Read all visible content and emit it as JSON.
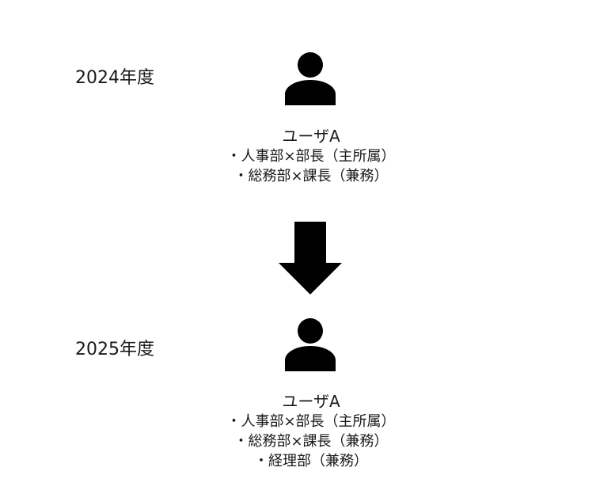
{
  "diagram": {
    "before": {
      "year": "2024年度",
      "user_name": "ユーザA",
      "roles": [
        "・人事部×部長（主所属）",
        "・総務部×課長（兼務）"
      ]
    },
    "after": {
      "year": "2025年度",
      "user_name": "ユーザA",
      "roles": [
        "・人事部×部長（主所属）",
        "・総務部×課長（兼務）",
        "・経理部（兼務）"
      ]
    },
    "icons": {
      "user": "user-icon",
      "transition": "arrow-down-icon"
    },
    "colors": {
      "icon": "#000000",
      "text": "#1a1a1a"
    }
  }
}
